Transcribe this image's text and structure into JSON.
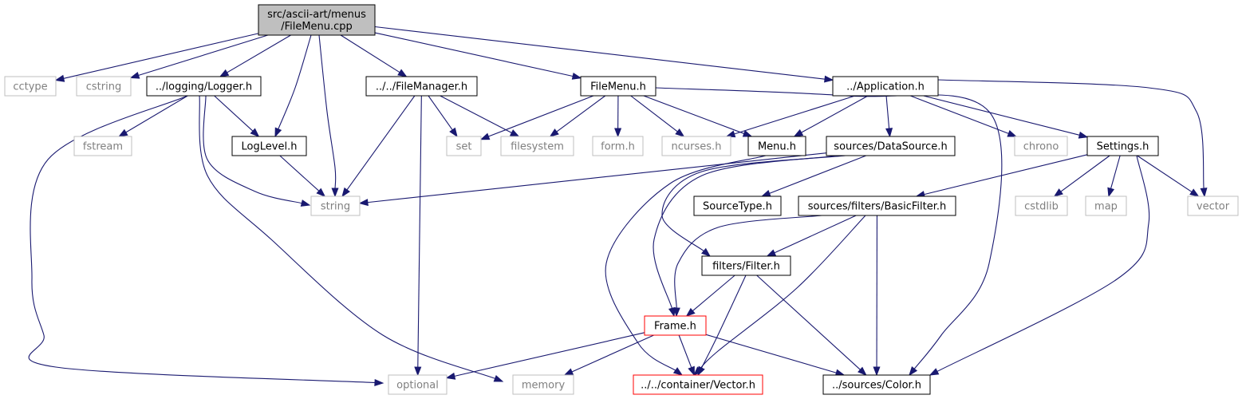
{
  "graph": {
    "nodes": [
      {
        "id": "root",
        "lines": [
          "src/ascii-art/menus",
          "/FileMenu.cpp"
        ],
        "kind": "root"
      },
      {
        "id": "cctype",
        "lines": [
          "cctype"
        ],
        "kind": "system"
      },
      {
        "id": "cstring",
        "lines": [
          "cstring"
        ],
        "kind": "system"
      },
      {
        "id": "logger",
        "lines": [
          "../logging/Logger.h"
        ],
        "kind": "header"
      },
      {
        "id": "filemanager",
        "lines": [
          "../../FileManager.h"
        ],
        "kind": "header"
      },
      {
        "id": "filemenu",
        "lines": [
          "FileMenu.h"
        ],
        "kind": "header"
      },
      {
        "id": "application",
        "lines": [
          "../Application.h"
        ],
        "kind": "header"
      },
      {
        "id": "fstream",
        "lines": [
          "fstream"
        ],
        "kind": "system"
      },
      {
        "id": "loglevel",
        "lines": [
          "LogLevel.h"
        ],
        "kind": "header"
      },
      {
        "id": "set",
        "lines": [
          "set"
        ],
        "kind": "system"
      },
      {
        "id": "filesystem",
        "lines": [
          "filesystem"
        ],
        "kind": "system"
      },
      {
        "id": "form",
        "lines": [
          "form.h"
        ],
        "kind": "system"
      },
      {
        "id": "ncurses",
        "lines": [
          "ncurses.h"
        ],
        "kind": "system"
      },
      {
        "id": "menu",
        "lines": [
          "Menu.h"
        ],
        "kind": "header"
      },
      {
        "id": "datasource",
        "lines": [
          "sources/DataSource.h"
        ],
        "kind": "header"
      },
      {
        "id": "chrono",
        "lines": [
          "chrono"
        ],
        "kind": "system"
      },
      {
        "id": "settings",
        "lines": [
          "Settings.h"
        ],
        "kind": "header"
      },
      {
        "id": "string",
        "lines": [
          "string"
        ],
        "kind": "system"
      },
      {
        "id": "sourcetype",
        "lines": [
          "SourceType.h"
        ],
        "kind": "header"
      },
      {
        "id": "basicfilter",
        "lines": [
          "sources/filters/BasicFilter.h"
        ],
        "kind": "header"
      },
      {
        "id": "cstdlib",
        "lines": [
          "cstdlib"
        ],
        "kind": "system"
      },
      {
        "id": "map",
        "lines": [
          "map"
        ],
        "kind": "system"
      },
      {
        "id": "vector",
        "lines": [
          "vector"
        ],
        "kind": "system"
      },
      {
        "id": "filter",
        "lines": [
          "filters/Filter.h"
        ],
        "kind": "header"
      },
      {
        "id": "frame",
        "lines": [
          "Frame.h"
        ],
        "kind": "truncated"
      },
      {
        "id": "optional",
        "lines": [
          "optional"
        ],
        "kind": "system"
      },
      {
        "id": "memory",
        "lines": [
          "memory"
        ],
        "kind": "system"
      },
      {
        "id": "containervector",
        "lines": [
          "../../container/Vector.h"
        ],
        "kind": "truncated"
      },
      {
        "id": "color",
        "lines": [
          "../sources/Color.h"
        ],
        "kind": "header"
      }
    ],
    "edges": [
      [
        "root",
        "cctype"
      ],
      [
        "root",
        "cstring"
      ],
      [
        "root",
        "logger"
      ],
      [
        "root",
        "loglevel"
      ],
      [
        "root",
        "string"
      ],
      [
        "root",
        "filemanager"
      ],
      [
        "root",
        "filemenu"
      ],
      [
        "root",
        "application"
      ],
      [
        "logger",
        "fstream"
      ],
      [
        "logger",
        "loglevel"
      ],
      [
        "logger",
        "string"
      ],
      [
        "logger",
        "optional"
      ],
      [
        "logger",
        "memory"
      ],
      [
        "loglevel",
        "string"
      ],
      [
        "filemanager",
        "string"
      ],
      [
        "filemanager",
        "set"
      ],
      [
        "filemanager",
        "filesystem"
      ],
      [
        "filemanager",
        "optional"
      ],
      [
        "filemenu",
        "set"
      ],
      [
        "filemenu",
        "filesystem"
      ],
      [
        "filemenu",
        "form"
      ],
      [
        "filemenu",
        "ncurses"
      ],
      [
        "filemenu",
        "menu"
      ],
      [
        "filemenu",
        "color"
      ],
      [
        "application",
        "ncurses"
      ],
      [
        "application",
        "menu"
      ],
      [
        "application",
        "datasource"
      ],
      [
        "application",
        "chrono"
      ],
      [
        "application",
        "settings"
      ],
      [
        "application",
        "vector"
      ],
      [
        "menu",
        "containervector"
      ],
      [
        "datasource",
        "string"
      ],
      [
        "datasource",
        "sourcetype"
      ],
      [
        "datasource",
        "filter"
      ],
      [
        "datasource",
        "frame"
      ],
      [
        "settings",
        "basicfilter"
      ],
      [
        "settings",
        "cstdlib"
      ],
      [
        "settings",
        "map"
      ],
      [
        "settings",
        "vector"
      ],
      [
        "settings",
        "color"
      ],
      [
        "basicfilter",
        "filter"
      ],
      [
        "basicfilter",
        "frame"
      ],
      [
        "basicfilter",
        "containervector"
      ],
      [
        "basicfilter",
        "color"
      ],
      [
        "filter",
        "frame"
      ],
      [
        "filter",
        "containervector"
      ],
      [
        "filter",
        "color"
      ],
      [
        "frame",
        "optional"
      ],
      [
        "frame",
        "memory"
      ],
      [
        "frame",
        "containervector"
      ],
      [
        "frame",
        "color"
      ]
    ]
  },
  "colors": {
    "edge": "#191970",
    "root_fill": "#bfbfbf",
    "header_border": "#000000",
    "system_border": "#bfbfbf",
    "system_text": "#7f7f7f",
    "truncated_border": "#ff0000"
  }
}
